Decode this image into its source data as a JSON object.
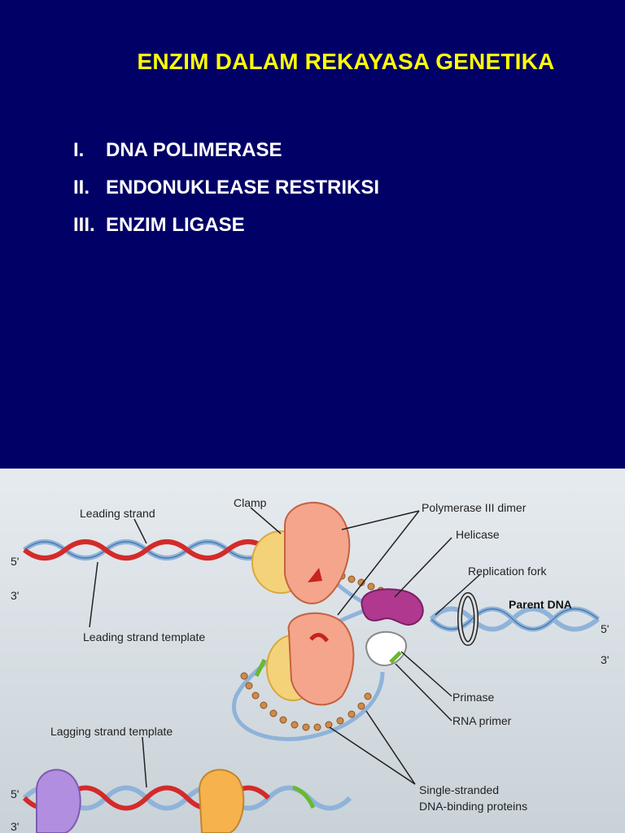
{
  "slide": {
    "title": "ENZIM DALAM REKAYASA GENETIKA",
    "items": [
      {
        "numeral": "I.",
        "text": "DNA POLIMERASE"
      },
      {
        "numeral": "II.",
        "text": "ENDONUKLEASE RESTRIKSI"
      },
      {
        "numeral": "III.",
        "text": "ENZIM LIGASE"
      }
    ]
  },
  "figure": {
    "labels": {
      "leading_strand": "Leading strand",
      "clamp": "Clamp",
      "polymerase": "Polymerase III dimer",
      "helicase": "Helicase",
      "replication_fork": "Replication fork",
      "parent_dna": "Parent DNA",
      "leading_template": "Leading strand template",
      "primase": "Primase",
      "rna_primer": "RNA primer",
      "lagging_template": "Lagging strand template",
      "ssb_line1": "Single-stranded",
      "ssb_line2": "DNA-binding proteins",
      "five_prime_top": "5'",
      "three_prime_top": "3'",
      "five_prime_right": "5'",
      "three_prime_right": "3'",
      "five_prime_bottom": "5'",
      "three_prime_bottom": "3'"
    }
  }
}
